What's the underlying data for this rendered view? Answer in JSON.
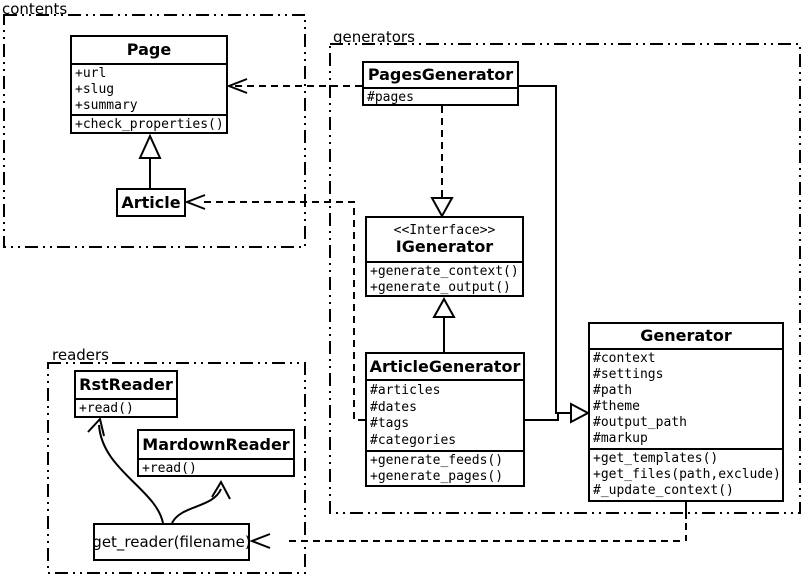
{
  "packages": {
    "contents": {
      "label": "contents"
    },
    "generators": {
      "label": "generators"
    },
    "readers": {
      "label": "readers"
    }
  },
  "classes": {
    "page": {
      "title": "Page",
      "attributes": [
        "+url",
        "+slug",
        "+summary"
      ],
      "methods": [
        "+check_properties()"
      ]
    },
    "article": {
      "title": "Article"
    },
    "pages_generator": {
      "title": "PagesGenerator",
      "attributes": [
        "#pages"
      ]
    },
    "igenerator": {
      "stereotype": "<<Interface>>",
      "title": "IGenerator",
      "methods": [
        "+generate_context()",
        "+generate_output()"
      ]
    },
    "article_generator": {
      "title": "ArticleGenerator",
      "attributes": [
        "#articles",
        "#dates",
        "#tags",
        "#categories"
      ],
      "methods": [
        "+generate_feeds()",
        "+generate_pages()"
      ]
    },
    "generator": {
      "title": "Generator",
      "attributes": [
        "#context",
        "#settings",
        "#path",
        "#theme",
        "#output_path",
        "#markup"
      ],
      "methods": [
        "+get_templates()",
        "+get_files(path,exclude)",
        "#_update_context()"
      ]
    },
    "rst_reader": {
      "title": "RstReader",
      "methods": [
        "+read()"
      ]
    },
    "mardown_reader": {
      "title": "MardownReader",
      "methods": [
        "+read()"
      ]
    },
    "get_reader": {
      "label": "get_reader(filename)"
    }
  },
  "relationships": [
    {
      "from": "Article",
      "to": "Page",
      "type": "generalization"
    },
    {
      "from": "PagesGenerator",
      "to": "Page",
      "type": "dependency"
    },
    {
      "from": "ArticleGenerator",
      "to": "Article",
      "type": "dependency"
    },
    {
      "from": "PagesGenerator",
      "to": "IGenerator",
      "type": "realization"
    },
    {
      "from": "ArticleGenerator",
      "to": "IGenerator",
      "type": "generalization"
    },
    {
      "from": "PagesGenerator",
      "to": "Generator",
      "type": "generalization"
    },
    {
      "from": "ArticleGenerator",
      "to": "Generator",
      "type": "generalization"
    },
    {
      "from": "Generator",
      "to": "get_reader(filename)",
      "type": "dependency"
    },
    {
      "from": "get_reader(filename)",
      "to": "RstReader",
      "type": "arrow"
    },
    {
      "from": "get_reader(filename)",
      "to": "MardownReader",
      "type": "arrow"
    }
  ],
  "colors": {
    "line": "#000000",
    "background": "#ffffff",
    "box_fill": "#ffffff"
  }
}
